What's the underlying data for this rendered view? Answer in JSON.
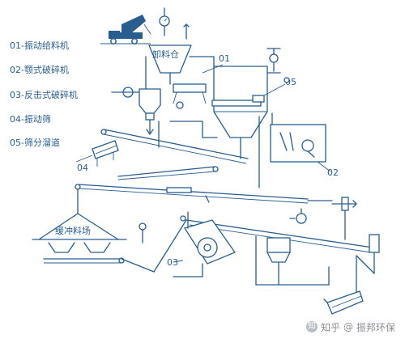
{
  "legend": [
    {
      "code": "01",
      "label": "01-振动给料机"
    },
    {
      "code": "02",
      "label": "02-颚式破碎机"
    },
    {
      "code": "03",
      "label": "03-反击式破碎机"
    },
    {
      "code": "04",
      "label": "04-振动筛"
    },
    {
      "code": "05",
      "label": "05-筛分溜道"
    }
  ],
  "equipment_tags": {
    "t01": "01",
    "t02": "02",
    "t03": "03",
    "t04": "04",
    "t05": "05"
  },
  "areas": {
    "unloading_bin": "卸料仓",
    "buffer_yard": "缓冲料场"
  },
  "watermark": {
    "platform": "知乎",
    "at": "@",
    "account": "振邦环保"
  },
  "colors": {
    "line": "#2a5d8f",
    "background": "#ffffff",
    "watermark": "#8a8f96"
  }
}
